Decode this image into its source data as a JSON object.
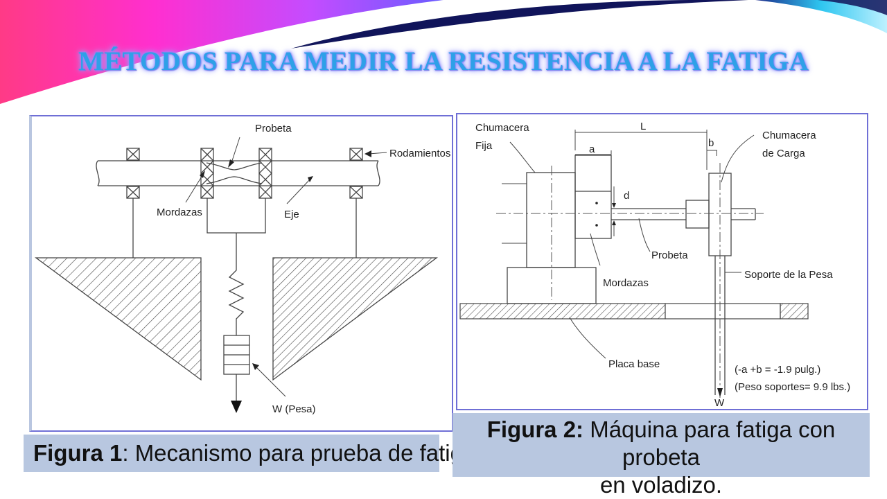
{
  "slide": {
    "title": "MÉTODOS PARA MEDIR LA RESISTENCIA A LA FATIGA"
  },
  "colors": {
    "title": "#2ea0e8",
    "title_glow": "#8a8cff",
    "caption_bg": "#b8c7e0",
    "figure_border": "#6f6fd6",
    "deco_magenta": "#ff2fd0",
    "deco_pink": "#ff3a86",
    "deco_navy": "#10145a",
    "deco_cyan": "#2fc6f0"
  },
  "figure1": {
    "labels": {
      "probeta": "Probeta",
      "rodamientos": "Rodamientos",
      "mordazas": "Mordazas",
      "eje": "Eje",
      "pesa": "W (Pesa)"
    },
    "caption": {
      "strong": "Figura 1",
      "text": ": Mecanismo para prueba de fatiga"
    }
  },
  "figure2": {
    "labels": {
      "chumacera_fija_1": "Chumacera",
      "chumacera_fija_2": "Fija",
      "dim_L": "L",
      "dim_a": "a",
      "dim_b": "b",
      "dim_d": "d",
      "chumacera_carga_1": "Chumacera",
      "chumacera_carga_2": "de Carga",
      "probeta": "Probeta",
      "mordazas": "Mordazas",
      "soporte": "Soporte de la Pesa",
      "placa": "Placa base",
      "note1": "(-a +b = -1.9 pulg.)",
      "note2": "(Peso soportes= 9.9 lbs.)",
      "w": "W"
    },
    "caption": {
      "strong": "Figura 2:",
      "text": " Máquina para fatiga con probeta",
      "line2": "en voladizo."
    }
  }
}
